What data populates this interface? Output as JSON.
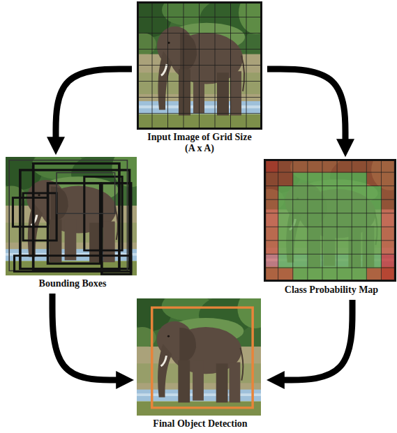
{
  "diagram": {
    "nodes": [
      {
        "text": [
          "Input Image of Grid Size (A x A)"
        ]
      },
      {
        "text": [
          "Bounding Boxes"
        ]
      },
      {
        "text": [
          "Class Probability Map"
        ]
      },
      {
        "text": [
          "Final Object Detection"
        ]
      }
    ],
    "edges": [
      {
        "from": 0,
        "to": 1,
        "arrow": "to"
      },
      {
        "from": 0,
        "to": 2,
        "arrow": "to"
      },
      {
        "from": 1,
        "to": 3,
        "arrow": "to"
      },
      {
        "from": 2,
        "to": 3,
        "arrow": "to"
      }
    ]
  }
}
